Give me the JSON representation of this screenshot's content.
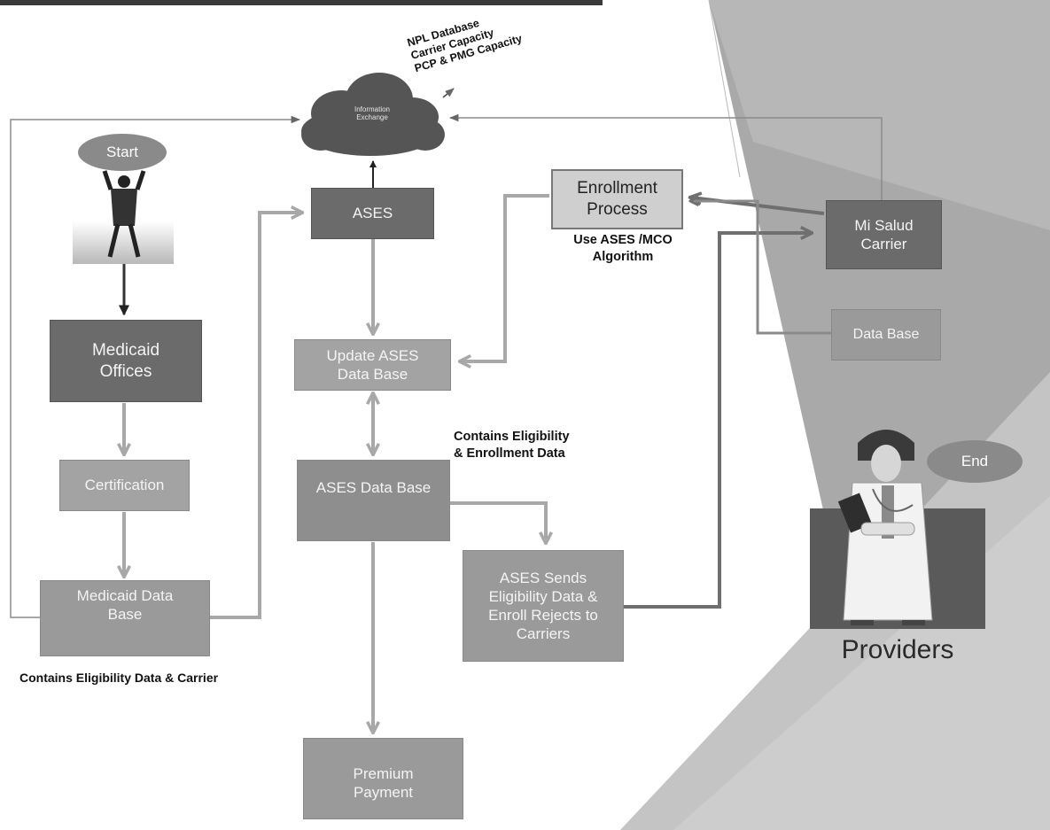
{
  "start_label": "Start",
  "end_label": "End",
  "cloud": {
    "inner_label": "Information\nExchange",
    "annotation": "NPL Database\nCarrier Capacity\nPCP & PMG Capacity"
  },
  "boxes": {
    "ases": "ASES",
    "enrollment_process": "Enrollment\nProcess",
    "mi_salud_carrier": "Mi Salud\nCarrier",
    "medicaid_offices": "Medicaid\nOffices",
    "update_ases_db": "Update ASES\nData Base",
    "data_base": "Data Base",
    "ases_data_base": "ASES Data Base",
    "certification": "Certification",
    "ases_sends": "ASES Sends\nEligibility Data &\nEnroll Rejects to\nCarriers",
    "medicaid_data_base": "Medicaid Data\nBase",
    "premium_payment": "Premium\nPayment"
  },
  "notes": {
    "algorithm": "Use ASES /MCO\nAlgorithm",
    "contains_elig_enroll": "Contains Eligibility\n& Enrollment Data",
    "contains_elig_carrier": "Contains  Eligibility Data & Carrier"
  },
  "providers_label": "Providers",
  "colors": {
    "dark_box": "#6b6b6b",
    "mid_box": "#9a9a9a",
    "arrow_gray": "#a8a8a8",
    "arrow_dark": "#6f6f6f",
    "connector_thin": "#8c8c8c"
  }
}
